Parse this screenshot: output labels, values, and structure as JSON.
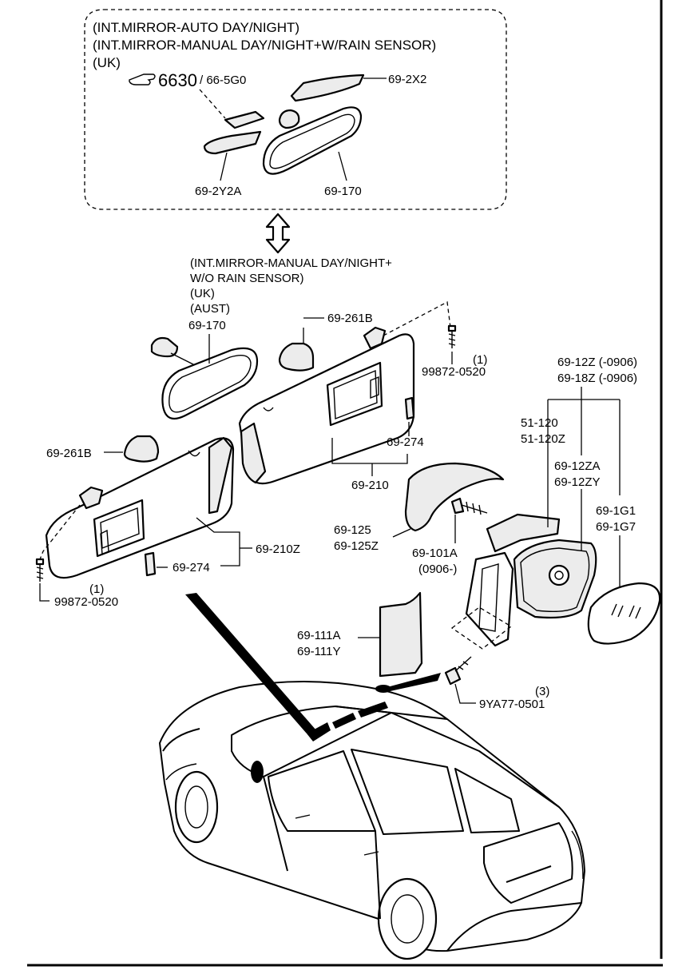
{
  "box": {
    "line1": "(INT.MIRROR-AUTO DAY/NIGHT)",
    "line2": "(INT.MIRROR-MANUAL DAY/NIGHT+W/RAIN SENSOR)",
    "line3": "(UK)"
  },
  "refs": {
    "ref_major": "6630",
    "ref_minor": "/ 66-5G0",
    "ref_icon": "hand-pointer-icon"
  },
  "alt": {
    "line1": "(INT.MIRROR-MANUAL DAY/NIGHT+",
    "line2": "W/O RAIN SENSOR)",
    "line3": "(UK)",
    "line4": "(AUST)"
  },
  "parts": {
    "p_692x2": "69-2X2",
    "p_692y2a": "69-2Y2A",
    "p_69170_box": "69-170",
    "p_69170": "69-170",
    "p_69261b_top": "69-261B",
    "p_69261b_left": "69-261B",
    "p_qty_top": "(1)",
    "p_99872_top": "99872-0520",
    "p_69274_right": "69-274",
    "p_69210": "69-210",
    "p_69210z": "69-210Z",
    "p_69274_left": "69-274",
    "p_qty_left": "(1)",
    "p_99872_left": "99872-0520",
    "p_6912z": "69-12Z (-0906)",
    "p_6918z": "69-18Z (-0906)",
    "p_51120": "51-120",
    "p_51120z": "51-120Z",
    "p_6912za": "69-12ZA",
    "p_6912zy": "69-12ZY",
    "p_691g1": "69-1G1",
    "p_691g7": "69-1G7",
    "p_69125": "69-125",
    "p_69125z": "69-125Z",
    "p_69101a": "69-101A",
    "p_0906": "(0906-)",
    "p_69111a": "69-111A",
    "p_69111y": "69-111Y",
    "p_qty3": "(3)",
    "p_9ya77": "9YA77-0501"
  }
}
